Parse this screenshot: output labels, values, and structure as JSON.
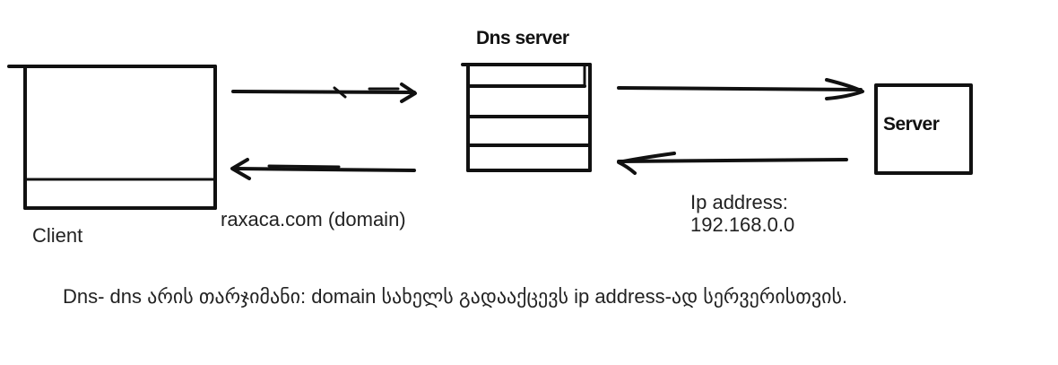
{
  "labels": {
    "dns_server": "Dns server",
    "server": "Server",
    "client": "Client",
    "domain": "raxaca.com (domain)",
    "ip_title": "Ip address:",
    "ip_value": "192.168.0.0"
  },
  "caption": "Dns- dns არის თარჯიმანი: domain სახელს გადააქცევს ip address-ად სერვერისთვის.",
  "colors": {
    "ink": "#111111",
    "background": "#ffffff"
  }
}
